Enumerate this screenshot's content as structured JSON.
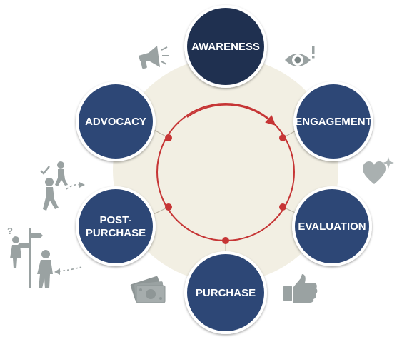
{
  "diagram": {
    "stages": [
      {
        "id": "awareness",
        "lines": [
          "AWARENESS"
        ],
        "color": "#1f3050"
      },
      {
        "id": "engagement",
        "lines": [
          "ENGAGEMENT"
        ],
        "color": "#2d4776"
      },
      {
        "id": "evaluation",
        "lines": [
          "EVALUATION"
        ],
        "color": "#2d4776"
      },
      {
        "id": "purchase",
        "lines": [
          "PURCHASE"
        ],
        "color": "#2d4776"
      },
      {
        "id": "post-purchase",
        "lines": [
          "POST-",
          "PURCHASE"
        ],
        "color": "#2d4776"
      },
      {
        "id": "advocacy",
        "lines": [
          "ADVOCACY"
        ],
        "color": "#2d4776"
      }
    ],
    "icons": [
      "megaphone-icon",
      "eye-icon",
      "heart-icon",
      "thumbs-up-icon",
      "money-icon",
      "walking-people-icon",
      "confused-person-signpost-icon"
    ],
    "colors": {
      "background_disc": "#f2efe3",
      "cycle_line": "#c63535",
      "icon_gray": "#9aa2a2",
      "node_ring": "#ffffff"
    }
  }
}
